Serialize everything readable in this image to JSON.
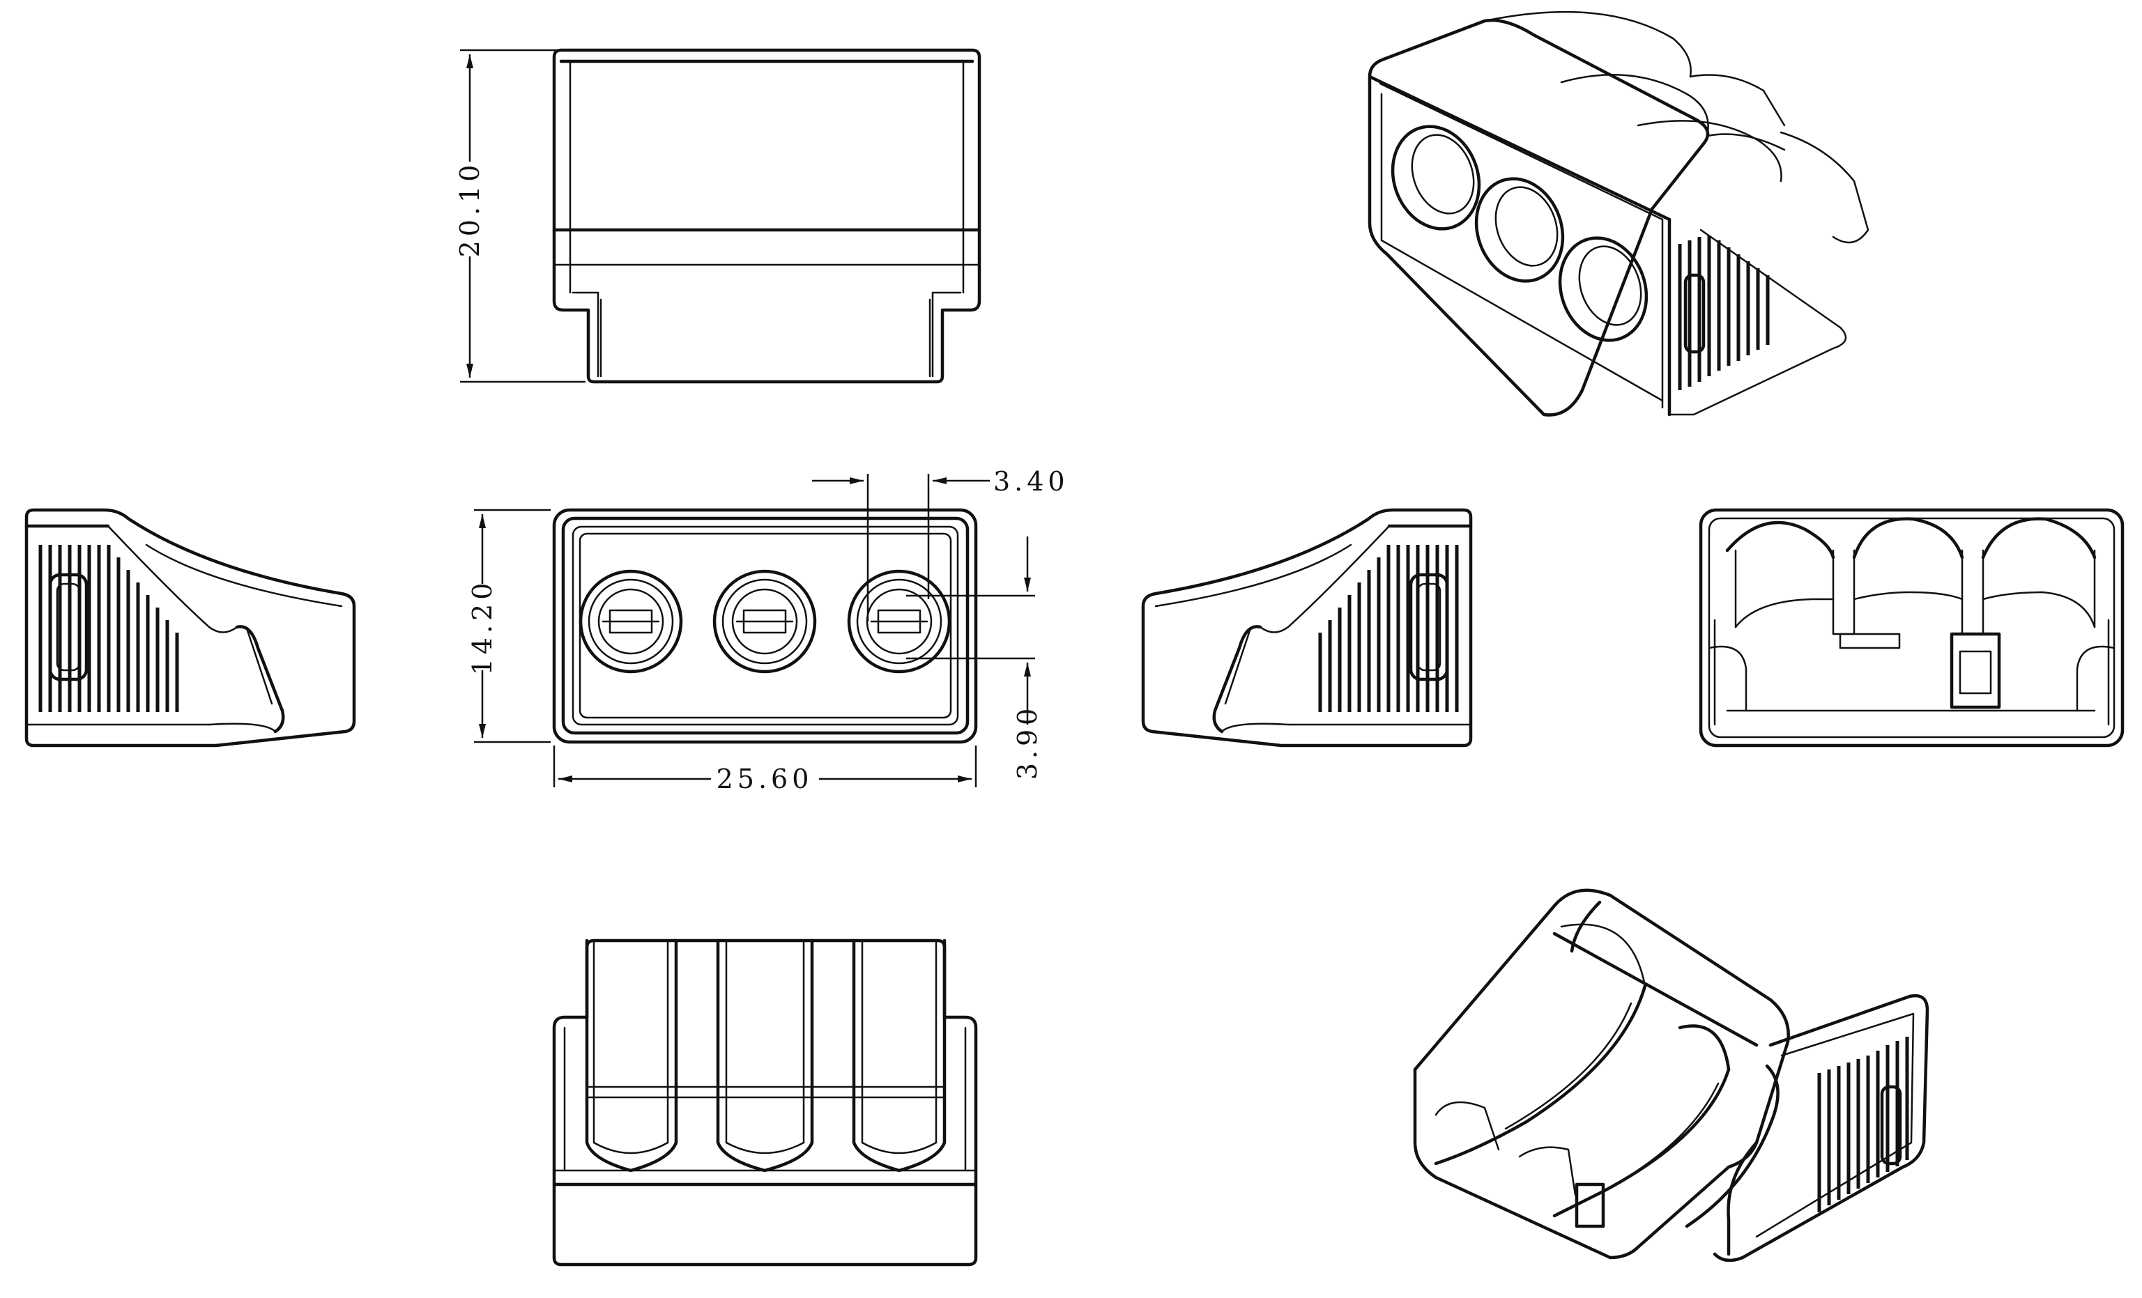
{
  "drawing": {
    "stroke_color": "#111111",
    "background": "#ffffff"
  },
  "dimensions": {
    "height": "20.10",
    "depth": "14.20",
    "width": "25.60",
    "hole_offset": "3.40",
    "hole_height": "3.90"
  }
}
